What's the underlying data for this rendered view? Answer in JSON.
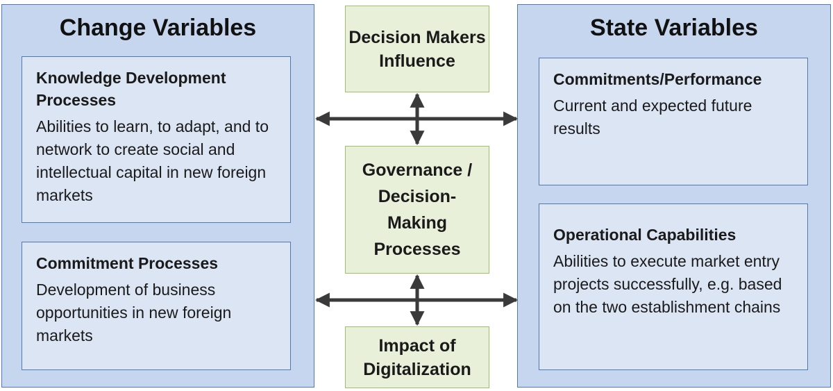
{
  "left_panel": {
    "title": "Change Variables",
    "boxes": [
      {
        "title": "Knowledge Development Processes",
        "text": "Abilities to learn, to adapt, and to network to create social and intellectual capital in new foreign markets"
      },
      {
        "title": "Commitment Processes",
        "text": "Development of business opportunities in new foreign markets"
      }
    ]
  },
  "right_panel": {
    "title": "State Variables",
    "boxes": [
      {
        "title": "Commitments/Performance",
        "text": "Current and expected future results"
      },
      {
        "title": "Operational Capabilities",
        "text": "Abilities to execute market entry projects successfully, e.g. based on the two establishment chains"
      }
    ]
  },
  "center": {
    "top": "Decision Makers Influence",
    "middle": "Governance / Decision-Making Processes",
    "bottom": "Impact of Digitalization"
  },
  "colors": {
    "panel_fill": "#c6d6ee",
    "inner_fill": "#dbe5f3",
    "border_blue": "#4f79b3",
    "green_fill": "#e9f0da",
    "green_border": "#9fbf6b",
    "arrow": "#3a3a3a"
  }
}
